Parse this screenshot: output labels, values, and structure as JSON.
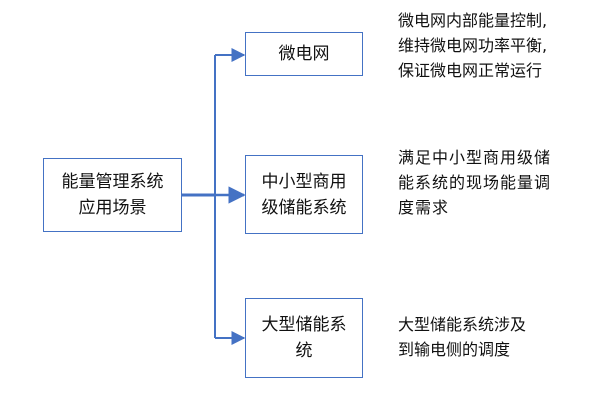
{
  "diagram": {
    "root": {
      "lines": [
        "能量管理系统",
        "应用场景"
      ]
    },
    "branches": [
      {
        "label_lines": [
          "微电网"
        ],
        "description": "微电网内部能量控制,\n维持微电网功率平衡,\n保证微电网正常运行"
      },
      {
        "label_lines": [
          "中小型商用",
          "级储能系统"
        ],
        "description": "满足中小型商用级储\n能系统的现场能量调\n度需求"
      },
      {
        "label_lines": [
          "大型储能系",
          "统"
        ],
        "description": "大型储能系统涉及\n到输电侧的调度"
      }
    ],
    "colors": {
      "box_border": "#4472c4",
      "connector": "#4472c4",
      "text": "#111111"
    }
  }
}
